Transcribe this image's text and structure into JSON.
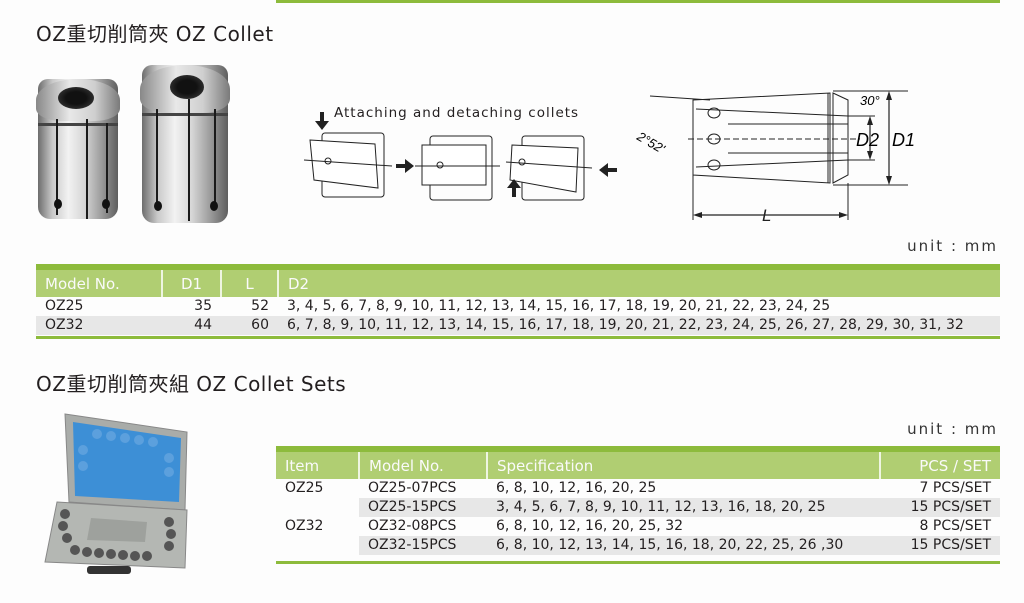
{
  "section1": {
    "title": "OZ重切削筒夾 OZ Collet",
    "unit": "unit : mm",
    "diagram_label": "Attaching and detaching collets",
    "drawing_labels": {
      "angle_taper": "2°52'",
      "angle_nose": "30°",
      "d2": "D2",
      "d1": "D1",
      "length": "L"
    },
    "table": {
      "headers": [
        "Model No.",
        "D1",
        "L",
        "D2"
      ],
      "rows": [
        {
          "model": "OZ25",
          "d1": "35",
          "l": "52",
          "d2": "3, 4, 5, 6, 7, 8, 9, 10, 11, 12, 13, 14, 15, 16, 17, 18, 19, 20, 21, 22, 23, 24, 25"
        },
        {
          "model": "OZ32",
          "d1": "44",
          "l": "60",
          "d2": "6, 7, 8, 9, 10, 11, 12, 13, 14, 15, 16, 17, 18, 19, 20, 21, 22, 23, 24, 25, 26, 27, 28, 29, 30, 31, 32"
        }
      ]
    }
  },
  "section2": {
    "title": "OZ重切削筒夾組 OZ Collet Sets",
    "unit": "unit : mm",
    "table": {
      "headers": [
        "Item",
        "Model No.",
        "Specification",
        "PCS / SET"
      ],
      "rows": [
        {
          "item": "OZ25",
          "model": "OZ25-07PCS",
          "spec": "6, 8, 10, 12, 16, 20, 25",
          "pcs": "7 PCS/SET"
        },
        {
          "item": "",
          "model": "OZ25-15PCS",
          "spec": "3, 4, 5, 6, 7, 8, 9, 10, 11, 12, 13, 16, 18, 20, 25",
          "pcs": "15 PCS/SET"
        },
        {
          "item": "OZ32",
          "model": "OZ32-08PCS",
          "spec": "6, 8, 10, 12, 16, 20, 25, 32",
          "pcs": "8 PCS/SET"
        },
        {
          "item": "",
          "model": "OZ32-15PCS",
          "spec": "6, 8, 10, 12, 13, 14, 15, 16, 18, 20, 22, 25, 26 ,30",
          "pcs": "15 PCS/SET"
        }
      ]
    }
  },
  "colors": {
    "accent": "#8dbb3c",
    "header_fill": "#b0ce72",
    "alt_row": "#e7e7e7",
    "case_foam": "#3d8fd6"
  }
}
